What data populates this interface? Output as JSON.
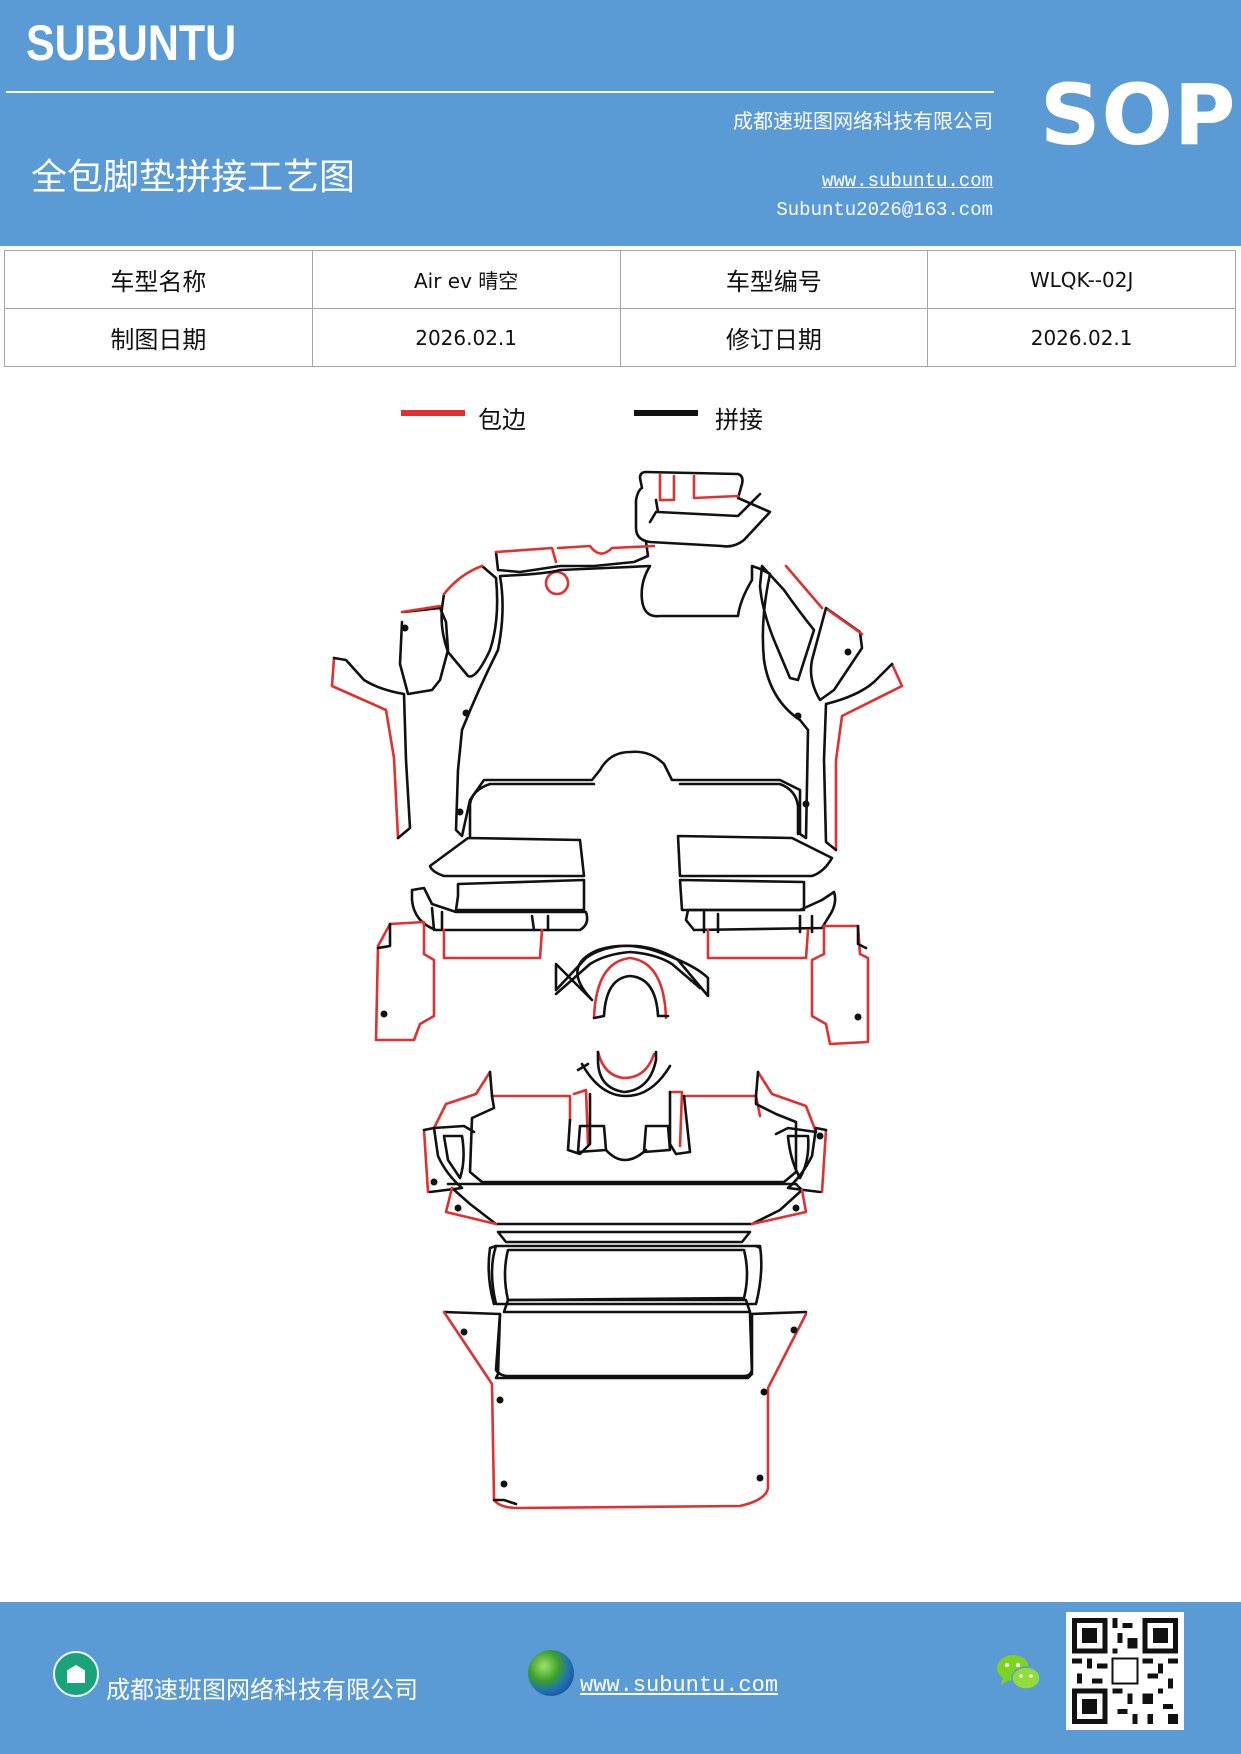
{
  "header": {
    "brand": "SUBUNTU",
    "company": "成都速班图网络科技有限公司",
    "title": "全包脚垫拼接工艺图",
    "website": "www.subuntu.com",
    "email": "Subuntu2026@163.com",
    "sop_label": "SOP",
    "background_color": "#5b9bd5"
  },
  "info_table": {
    "rows": [
      {
        "label1": "车型名称",
        "value1": "Air ev 晴空",
        "label2": "车型编号",
        "value2": "WLQK--02J"
      },
      {
        "label1": "制图日期",
        "value1": "2026.02.1",
        "label2": "修订日期",
        "value2": "2026.02.1"
      }
    ]
  },
  "legend": {
    "items": [
      {
        "label": "包边",
        "color": "#e03030"
      },
      {
        "label": "拼接",
        "color": "#111111"
      }
    ]
  },
  "footer": {
    "company": "成都速班图网络科技有限公司",
    "website": "www.subuntu.com",
    "icons": [
      "building-icon",
      "globe-icon",
      "wechat-icon",
      "qr-code"
    ]
  }
}
